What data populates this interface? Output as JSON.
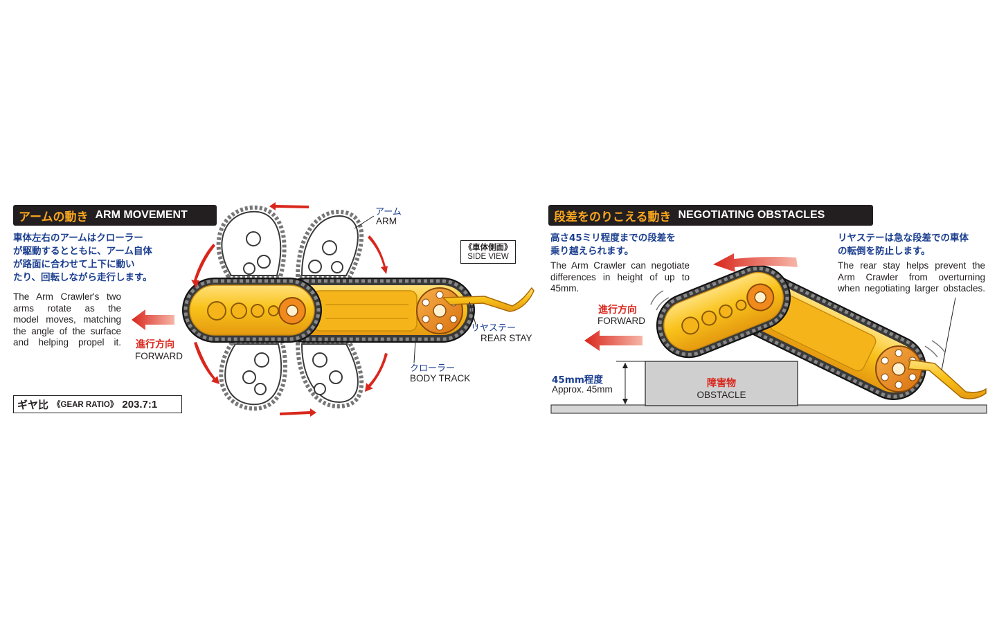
{
  "left_panel": {
    "header_jp": "アームの動き",
    "header_en": "ARM MOVEMENT",
    "desc_jp": [
      "車体左右のアームはクローラー",
      "が駆動するとともに、アーム自体",
      "が路面に合わせて上下に動い",
      "たり、回転しながら走行します。"
    ],
    "desc_en": [
      "The Arm Crawler's two",
      "arms rotate as the",
      "model moves, matching",
      "the angle of the surface",
      "and helping propel it."
    ],
    "forward_jp": "進行方向",
    "forward_en": "FORWARD",
    "arm_jp": "アーム",
    "arm_en": "ARM",
    "side_view_jp": "《車体側面》",
    "side_view_en": "SIDE VIEW",
    "rear_stay_jp": "リヤステー",
    "rear_stay_en": "REAR STAY",
    "body_track_jp": "クローラー",
    "body_track_en": "BODY TRACK",
    "gear_ratio_jp": "ギヤ比",
    "gear_ratio_en": "《GEAR RATIO》",
    "gear_ratio_value": "203.7:1"
  },
  "right_panel": {
    "header_jp": "段差をのりこえる動き",
    "header_en": "NEGOTIATING OBSTACLES",
    "desc1_jp": [
      "高さ45ミリ程度までの段差を",
      "乗り越えられます。"
    ],
    "desc1_en": [
      "The Arm Crawler can negotiate",
      "differences in height of up to",
      "45mm."
    ],
    "desc2_jp": [
      "リヤステーは急な段差での車体",
      "の転倒を防止します。"
    ],
    "desc2_en": [
      "The rear stay helps prevent the",
      "Arm Crawler from overturning",
      "when negotiating larger obstacles."
    ],
    "forward_jp": "進行方向",
    "forward_en": "FORWARD",
    "height_jp": "45mm程度",
    "height_en": "Approx. 45mm",
    "obstacle_jp": "障害物",
    "obstacle_en": "OBSTACLE"
  },
  "colors": {
    "header_bg": "#231f20",
    "header_accent": "#f7a51e",
    "body_yellow": "#f9c21a",
    "orange_hub": "#f08a1c",
    "label_blue": "#1b3e8f",
    "arrow_red": "#d9261c",
    "obstacle_gray": "#cfcfd0"
  }
}
